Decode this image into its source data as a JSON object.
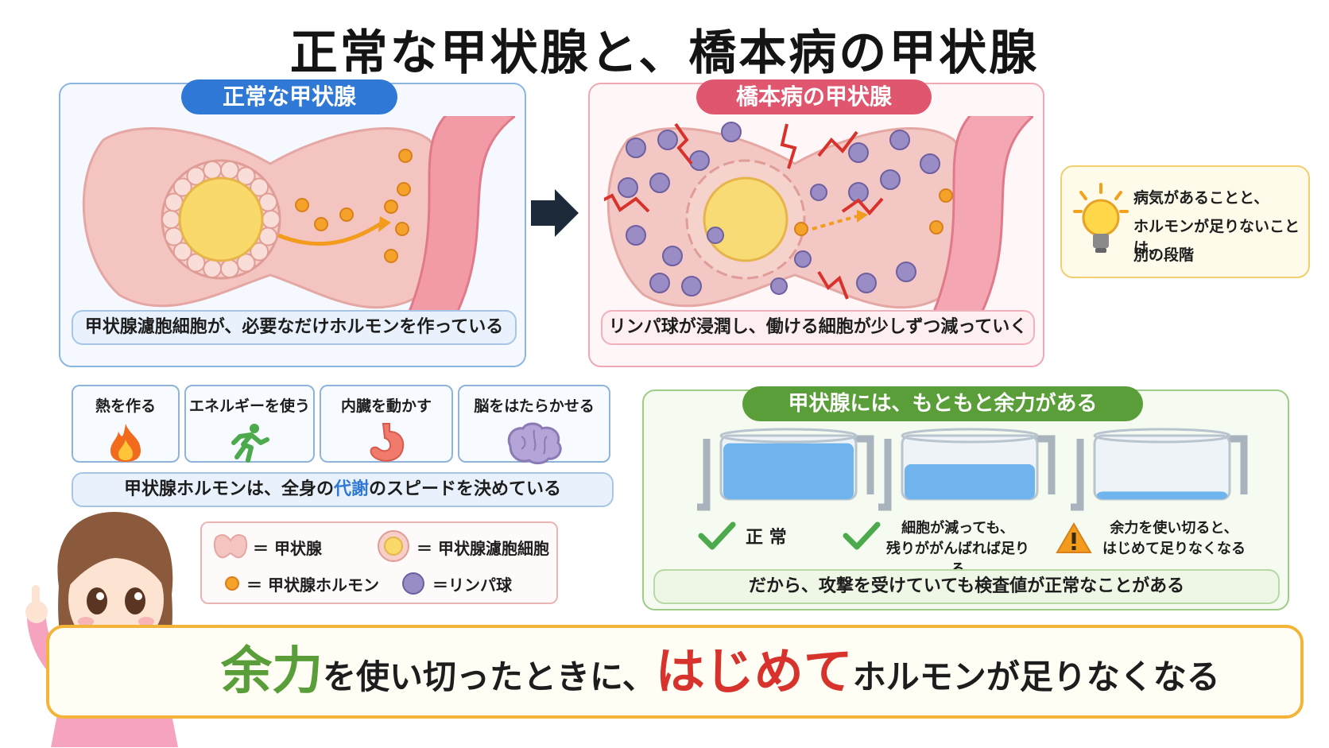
{
  "title": "正常な甲状腺と、橋本病の甲状腺",
  "normal_panel": {
    "label": "正常な甲状腺",
    "caption": "甲状腺濾胞細胞が、必要なだけホルモンを作っている"
  },
  "hashimoto_panel": {
    "label": "橋本病の甲状腺",
    "caption": "リンパ球が浸潤し、働ける細胞が少しずつ減っていく"
  },
  "tip": {
    "icon": "lightbulb-icon",
    "lines": [
      "病気があることと、",
      "ホルモンが足りないことは、",
      "別の段階"
    ]
  },
  "functions": {
    "items": [
      {
        "label": "熱を作る",
        "icon": "fire-icon"
      },
      {
        "label": "エネルギーを使う",
        "icon": "running-person-icon"
      },
      {
        "label": "内臓を動かす",
        "icon": "stomach-icon"
      },
      {
        "label": "脳をはたらかせる",
        "icon": "brain-icon"
      }
    ],
    "caption_before": "甲状腺ホルモンは、全身の",
    "caption_highlight": "代謝",
    "caption_after": "のスピードを決めている"
  },
  "legend": {
    "thyroid": "＝ 甲状腺",
    "follicle": "＝ 甲状腺濾胞細胞",
    "hormone": "＝ 甲状腺ホルモン",
    "lymphocyte": "＝リンパ球"
  },
  "reserve": {
    "label": "甲状腺には、もともと余力がある",
    "tanks": [
      {
        "lines": [
          "正 常"
        ],
        "mark": "check-icon",
        "level": 0.88
      },
      {
        "lines": [
          "細胞が減っても、",
          "残りががんばれば足りる"
        ],
        "mark": "check-icon",
        "level": 0.55
      },
      {
        "lines": [
          "余力を使い切ると、",
          "はじめて足りなくなる"
        ],
        "mark": "warning-icon",
        "level": 0.12
      }
    ],
    "caption": "だから、攻撃を受けていても検査値が正常なことがある"
  },
  "conclusion": {
    "part1": "余力",
    "part2": "を使い切ったときに、",
    "part3": "はじめて",
    "part4": "ホルモンが足りなくなる"
  },
  "colors": {
    "blue": "#2f78d6",
    "pink": "#e0566e",
    "green": "#5a9e3a",
    "red": "#d8322c",
    "orange": "#f29b1d",
    "purple": "#8a7bb5"
  }
}
